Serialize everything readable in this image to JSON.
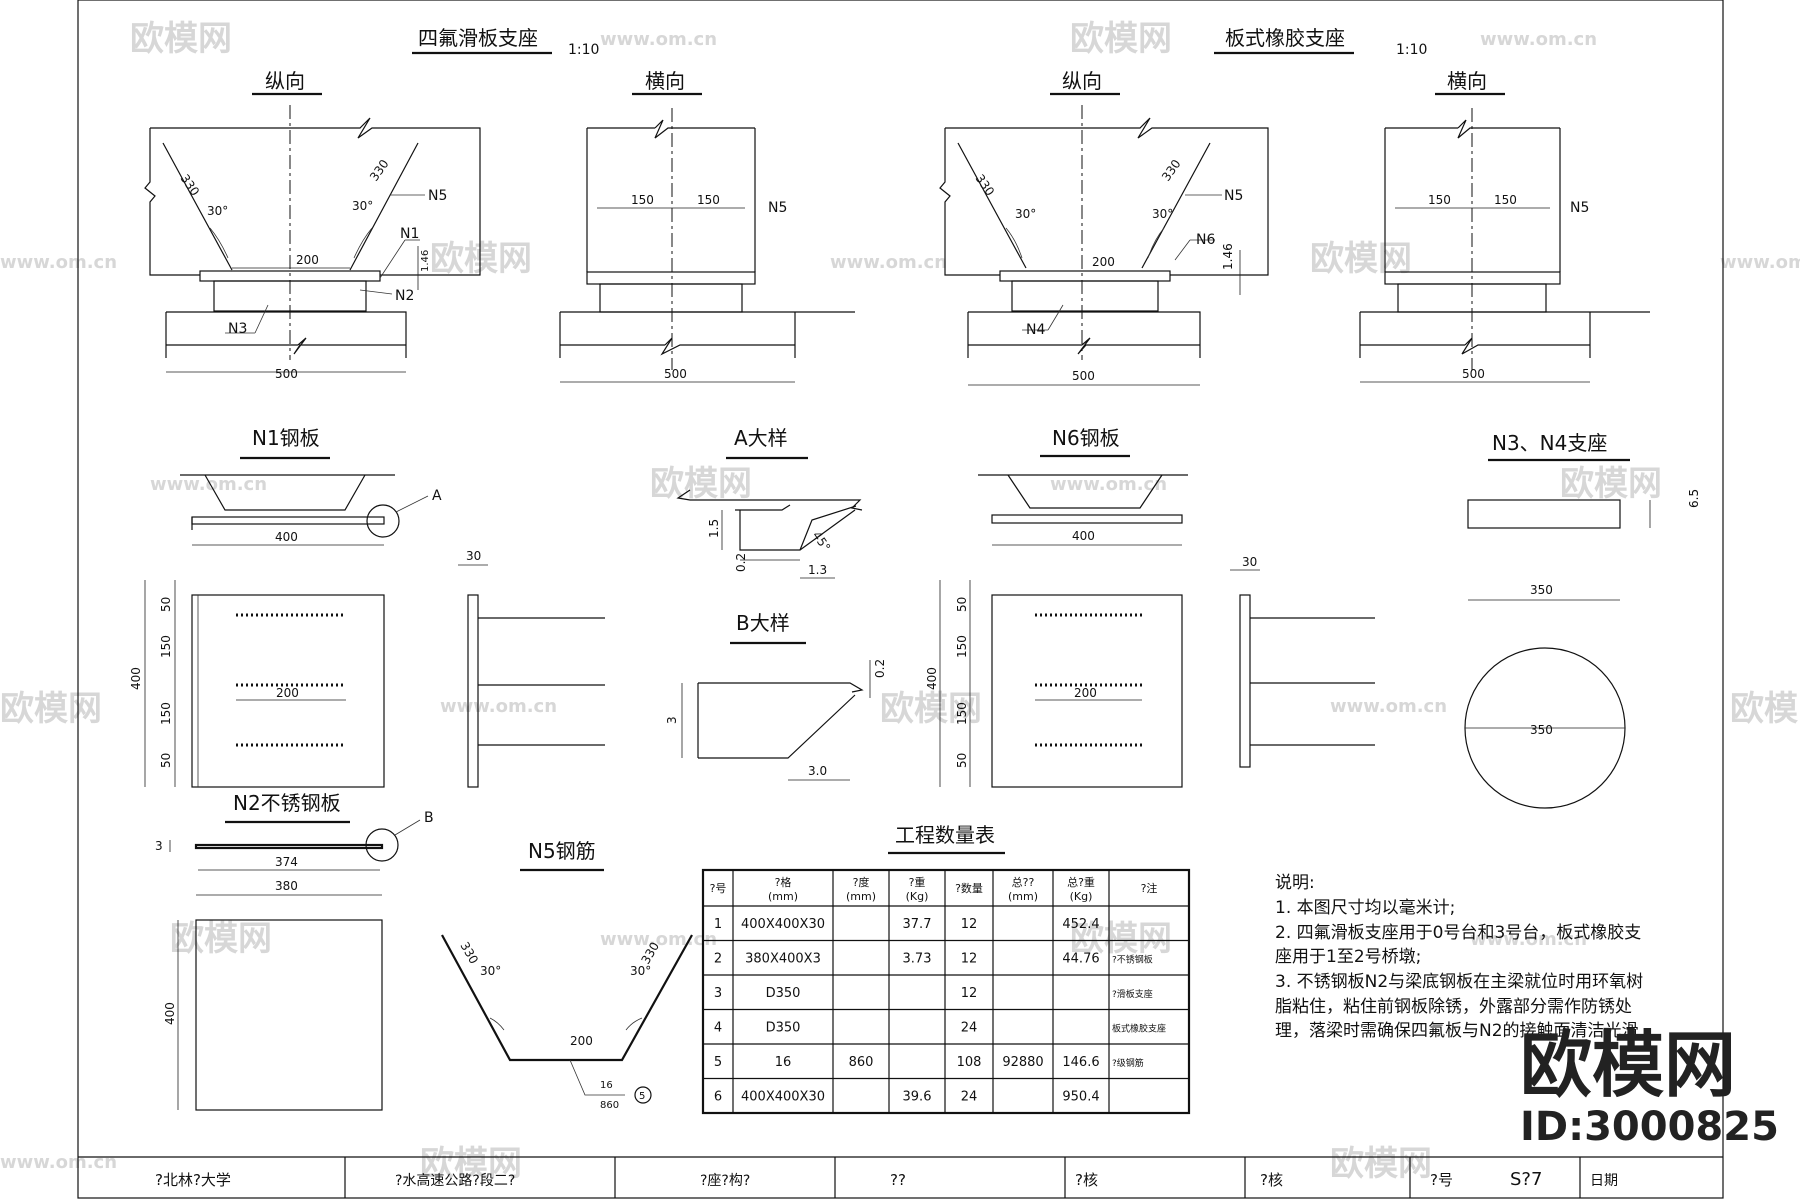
{
  "titles": {
    "ptfe": "四氟滑板支座",
    "rubber": "板式橡胶支座",
    "scale_left": "1:10",
    "scale_right": "1:10"
  },
  "views": {
    "long_left": "纵向",
    "trans_left": "横向",
    "long_right": "纵向",
    "trans_right": "横向"
  },
  "sections": {
    "n1": "N1钢板",
    "detail_a": "A大样",
    "n6": "N6钢板",
    "n3n4": "N3、N4支座",
    "detail_b": "B大样",
    "n2": "N2不锈钢板",
    "n5": "N5钢筋",
    "table_title": "工程数量表"
  },
  "labels": {
    "N1": "N1",
    "N2": "N2",
    "N3": "N3",
    "N4": "N4",
    "N5": "N5",
    "N6": "N6",
    "A": "A",
    "B": "B",
    "circ5": "5"
  },
  "dims": {
    "d330": "330",
    "d30deg": "30°",
    "d200": "200",
    "d150": "150",
    "d500": "500",
    "d400": "400",
    "d50": "50",
    "d30": "30",
    "d15": "1.5",
    "d45": "45°",
    "d02": "0.2",
    "d13": "1.3",
    "d3": "3",
    "d30b": "3.0",
    "d65": "6.5",
    "d350": "350",
    "d374": "374",
    "d380": "380",
    "d16": "16",
    "d860": "860",
    "d146": "1.46"
  },
  "table": {
    "headers": [
      "?号",
      "?格\n(mm)",
      "?度\n(mm)",
      "?重\n(Kg)",
      "?数量",
      "总??\n(mm)",
      "总?重\n(Kg)",
      "?注"
    ],
    "rows": [
      [
        "1",
        "400X400X30",
        "",
        "37.7",
        "12",
        "",
        "452.4",
        ""
      ],
      [
        "2",
        "380X400X3",
        "",
        "3.73",
        "12",
        "",
        "44.76",
        "?不锈钢板"
      ],
      [
        "3",
        "D350",
        "",
        "",
        "12",
        "",
        "",
        "?滑板支座"
      ],
      [
        "4",
        "D350",
        "",
        "",
        "24",
        "",
        "",
        "板式橡胶支座"
      ],
      [
        "5",
        "16",
        "860",
        "",
        "108",
        "92880",
        "146.6",
        "?级钢筋"
      ],
      [
        "6",
        "400X400X30",
        "",
        "39.6",
        "24",
        "",
        "950.4",
        ""
      ]
    ]
  },
  "notes": {
    "title": "说明:",
    "lines": [
      "1. 本图尺寸均以毫米计;",
      "2. 四氟滑板支座用于0号台和3号台，板式橡胶支",
      "座用于1至2号桥墩;",
      "3. 不锈钢板N2与梁底钢板在主梁就位时用环氧树",
      "脂粘住，粘住前钢板除锈，外露部分需作防锈处",
      "理，落梁时需确保四氟板与N2的接触面清洁光滑"
    ]
  },
  "titleblock": {
    "c1": "?北林?大学",
    "c2": "?水高速公路?段二?",
    "c3": "?座?构?",
    "c4": "??",
    "c5": "?核",
    "c6": "?核",
    "c7": "?号",
    "c8": "S?7",
    "c9": "日期"
  },
  "watermark": {
    "brand": "欧模网",
    "url": "www.om.cn",
    "id": "ID:3000825"
  }
}
